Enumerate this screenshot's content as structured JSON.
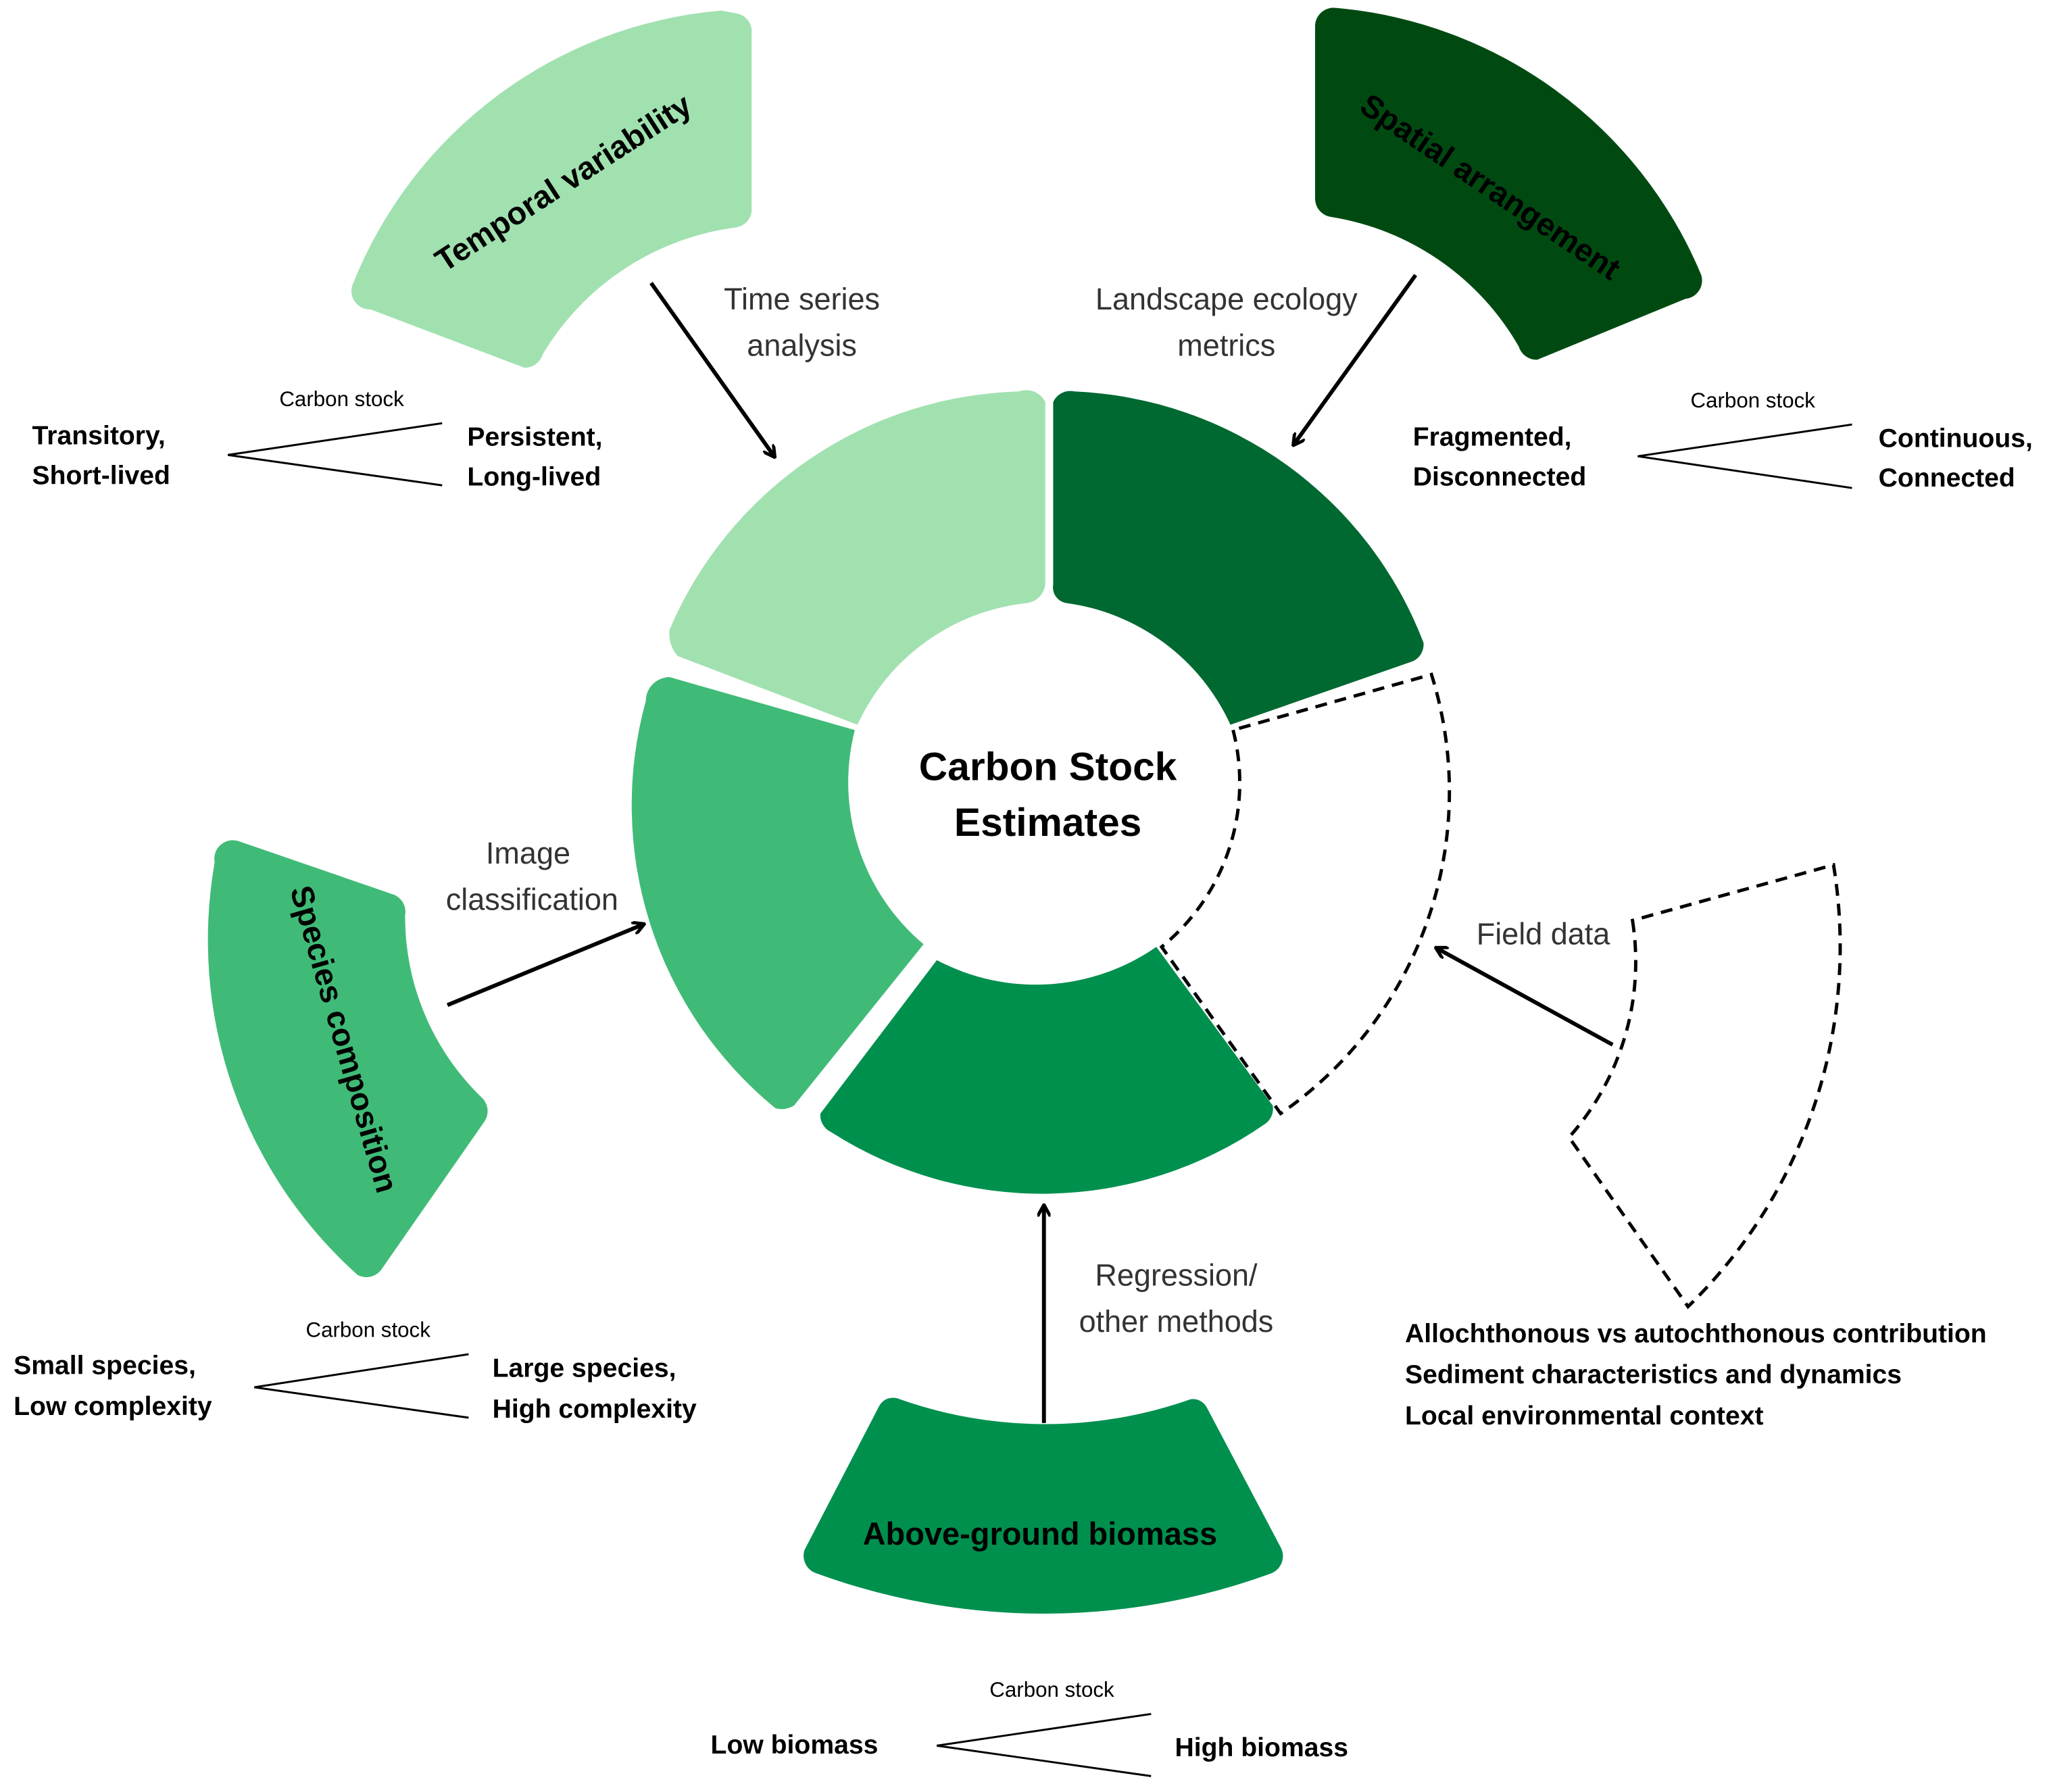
{
  "center": {
    "line1": "Carbon Stock",
    "line2": "Estimates"
  },
  "colors": {
    "temporal": "#a1e1b0",
    "spatial": "#004a12",
    "spatial_ring": "#006831",
    "species": "#40bb77",
    "biomass": "#00904e",
    "field": "#ffffff"
  },
  "factors": {
    "temporal": {
      "title": "Temporal variability",
      "method": [
        "Time series",
        "analysis"
      ]
    },
    "spatial": {
      "title": "Spatial arrangement",
      "method": [
        "Landscape ecology",
        "metrics"
      ]
    },
    "species": {
      "title": "Species composition",
      "method": [
        "Image",
        "classification"
      ]
    },
    "biomass": {
      "title": "Above-ground biomass",
      "method": [
        "Regression/",
        "other methods"
      ]
    },
    "field": {
      "method": "Field data",
      "notes": [
        "Allochthonous vs autochthonous contribution",
        "Sediment characteristics and dynamics",
        "Local environmental context"
      ]
    }
  },
  "scales": {
    "temporal": {
      "header": "Carbon stock",
      "low": [
        "Transitory,",
        "Short-lived"
      ],
      "high": [
        "Persistent,",
        "Long-lived"
      ]
    },
    "spatial": {
      "header": "Carbon stock",
      "low": [
        "Fragmented,",
        "Disconnected"
      ],
      "high": [
        "Continuous,",
        "Connected"
      ]
    },
    "species": {
      "header": "Carbon stock",
      "low": [
        "Small species,",
        "Low complexity"
      ],
      "high": [
        "Large species,",
        "High complexity"
      ]
    },
    "biomass": {
      "header": "Carbon stock",
      "low": [
        "Low biomass"
      ],
      "high": [
        "High biomass"
      ]
    }
  }
}
